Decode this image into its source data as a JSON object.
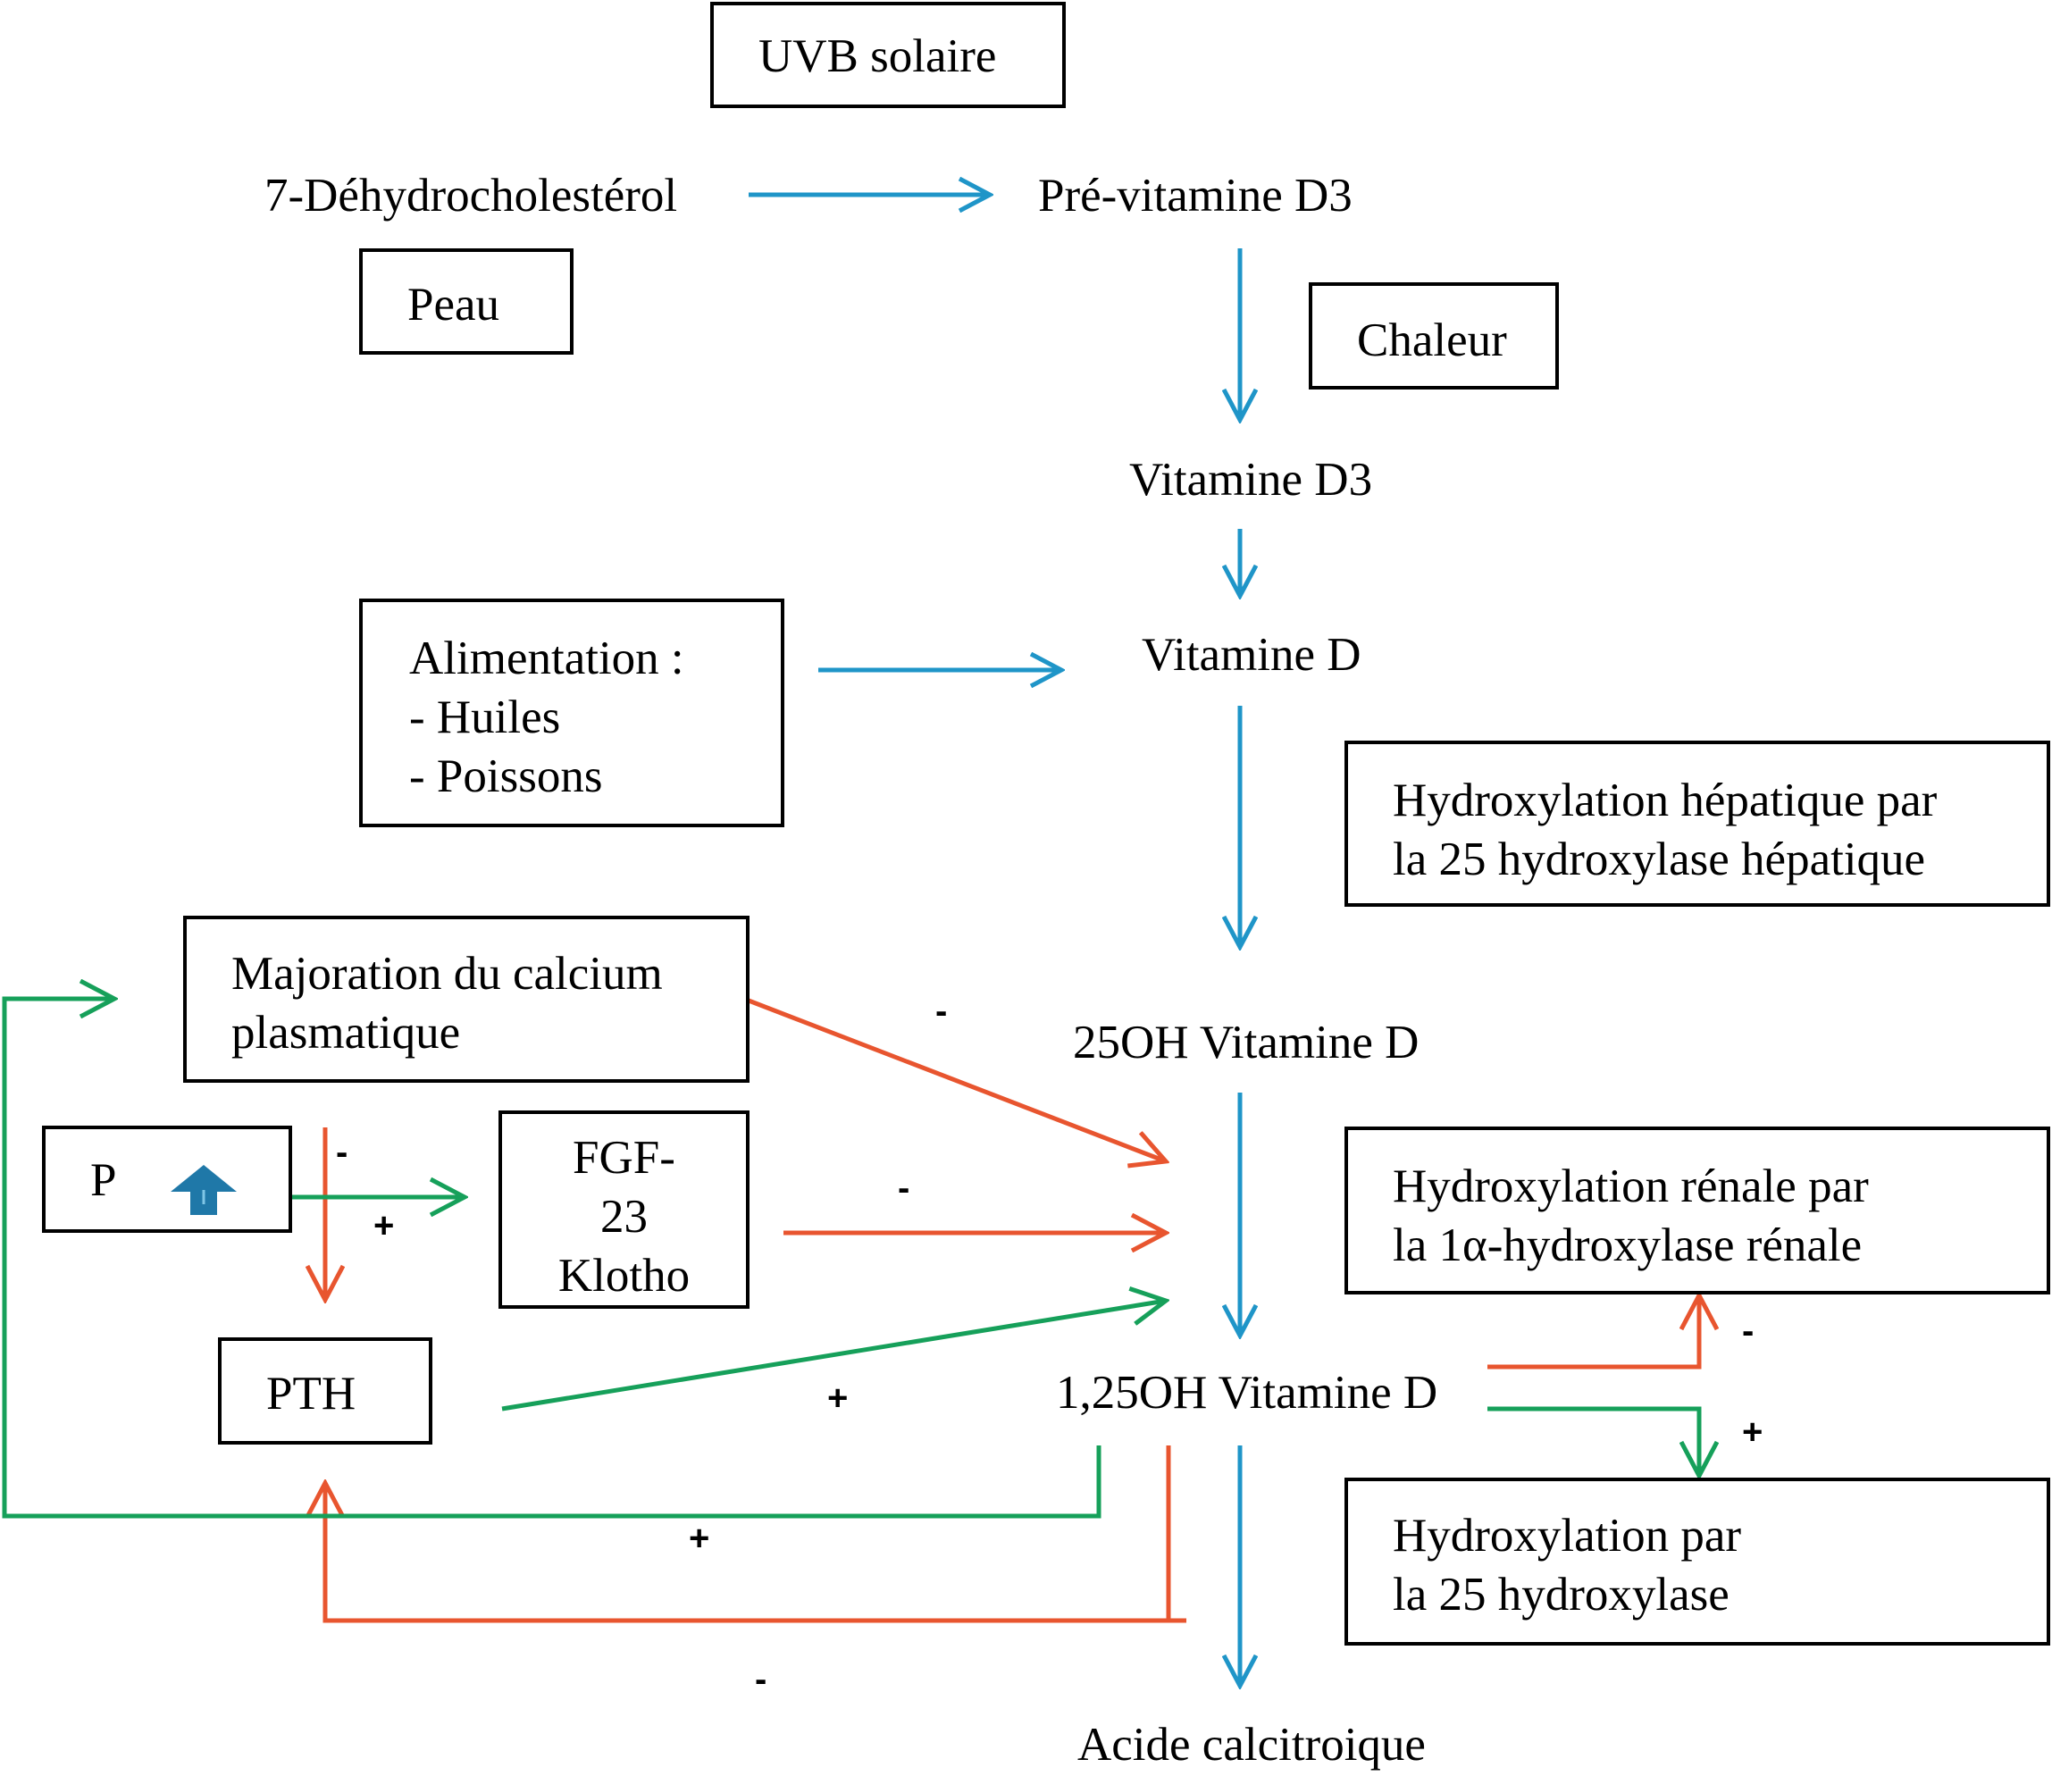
{
  "boxes": {
    "uvb": "UVB solaire",
    "peau": "Peau",
    "chaleur": "Chaleur",
    "alimentation": [
      "Alimentation :",
      "- Huiles",
      "- Poissons"
    ],
    "hydrox_hepatique": [
      "Hydroxylation hépatique par",
      "la 25 hydroxylase hépatique"
    ],
    "majoration": [
      "Majoration du calcium",
      "plasmatique"
    ],
    "p": "P",
    "fgf": [
      "FGF-",
      "23",
      "Klotho"
    ],
    "hydrox_renale": [
      "Hydroxylation rénale par",
      "la 1α-hydroxylase rénale"
    ],
    "pth": "PTH",
    "hydrox_25": [
      "Hydroxylation par",
      "la 25 hydroxylase"
    ]
  },
  "nodes": {
    "dehydro": "7-Déhydrocholestérol",
    "previtd3": "Pré-vitamine D3",
    "vitd3": "Vitamine D3",
    "vitd": "Vitamine D",
    "oh25": "25OH Vitamine D",
    "oh125": "1,25OH Vitamine D",
    "acide": "Acide calcitroique"
  },
  "signs": {
    "majoration_minus": "-",
    "p_minus": "-",
    "p_plus": "+",
    "fgf_minus": "-",
    "pth_plus": "+",
    "renale_minus": "-",
    "hydrox25_plus": "+",
    "feedback_plus": "+",
    "feedback_minus": "-"
  },
  "colors": {
    "blue": "#1f95c8",
    "orange": "#e8552f",
    "green": "#16a05a",
    "icon": "#1f78a8"
  },
  "icons": {
    "p_up": "up-arrow-icon"
  }
}
